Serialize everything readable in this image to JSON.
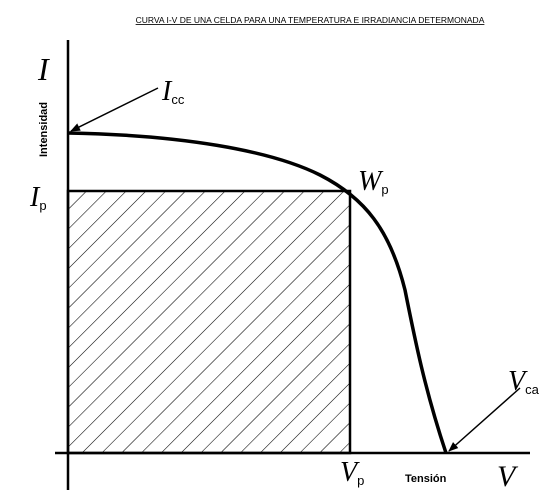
{
  "title": "CURVA I-V DE UNA CELDA PARA UNA TEMPERATURA E IRRADIANCIA DETERMONADA",
  "axes": {
    "y_symbol": "I",
    "y_label": "Intensidad",
    "x_symbol": "V",
    "x_label": "Tensión"
  },
  "points": {
    "icc": {
      "main": "I",
      "sub": "cc"
    },
    "ip": {
      "main": "I",
      "sub": "p"
    },
    "wp": {
      "main": "W",
      "sub": "p"
    },
    "vp": {
      "main": "V",
      "sub": "p"
    },
    "vca": {
      "main": "V",
      "sub": "ca"
    }
  },
  "colors": {
    "ink": "#000000",
    "background": "#ffffff"
  }
}
